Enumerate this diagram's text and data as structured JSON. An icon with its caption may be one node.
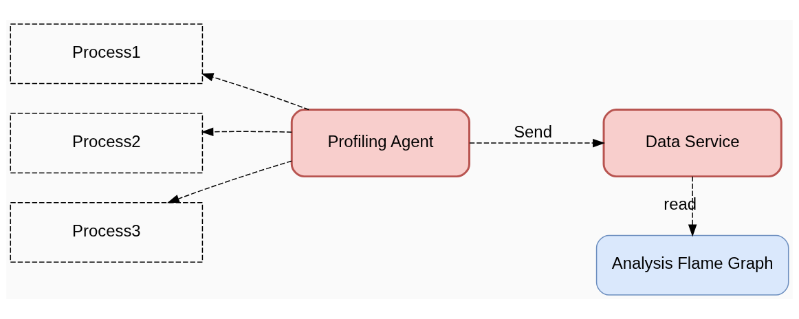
{
  "diagram": {
    "nodes": [
      {
        "text": [
          "Process1"
        ]
      },
      {
        "text": [
          "Process2"
        ]
      },
      {
        "text": [
          "Process3"
        ]
      },
      {
        "text": [
          "Profiling Agent"
        ]
      },
      {
        "text": [
          "Data Service"
        ]
      },
      {
        "text": [
          "Analysis Flame Graph"
        ]
      }
    ],
    "edges": [
      {
        "from": 3,
        "to": 0,
        "arrow": "to",
        "style": "dashed"
      },
      {
        "from": 3,
        "to": 1,
        "arrow": "to",
        "style": "dashed"
      },
      {
        "from": 3,
        "to": 2,
        "arrow": "to",
        "style": "dashed"
      },
      {
        "from": 3,
        "to": 4,
        "arrow": "to",
        "style": "dashed",
        "label": "Send"
      },
      {
        "from": 4,
        "to": 5,
        "arrow": "to",
        "style": "dashed",
        "label": "read"
      }
    ]
  }
}
